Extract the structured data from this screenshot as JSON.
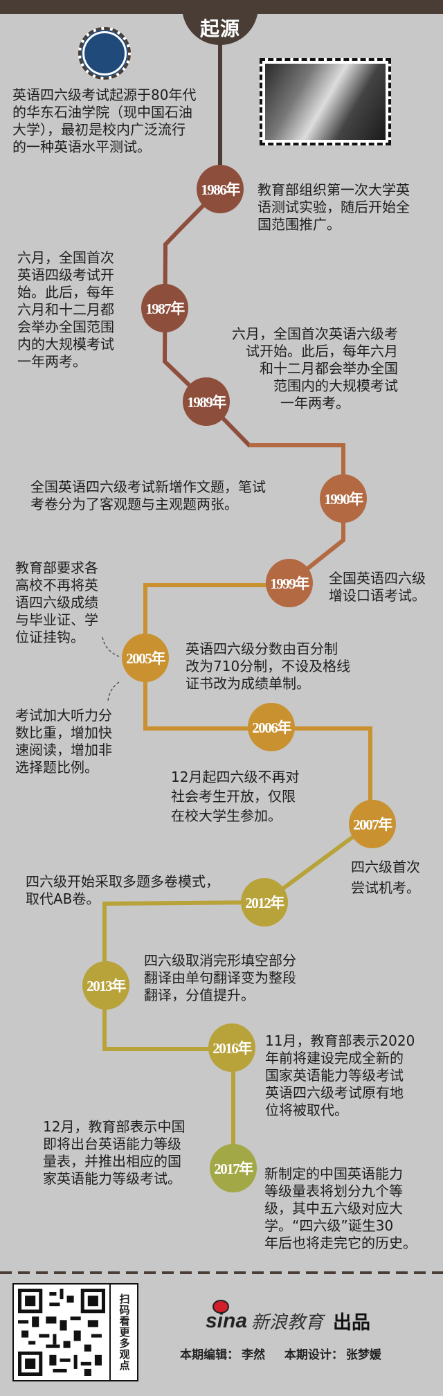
{
  "header": {
    "title": "起源"
  },
  "colors": {
    "dark": "#4a3d35",
    "brown": "#8e4e3c",
    "rust": "#b36a42",
    "gold": "#c9912f",
    "olive_gold": "#b8a23a",
    "olive": "#a3a846",
    "background": "#c6c6c6"
  },
  "intro": {
    "logo": "china-university-of-petroleum-seal",
    "lines": [
      "英语四六级考试起源于80年代",
      "的华东石油学院（现中国石油",
      "大学），最初是校内广泛流行",
      "的一种英语水平测试。"
    ]
  },
  "events": [
    {
      "year": "1986年",
      "lines": [
        "教育部组织第一次大学英",
        "语测试实验，随后开始全",
        "国范围推广。"
      ]
    },
    {
      "year": "1987年",
      "lines": [
        "六月，全国首次",
        "英语四级考试开",
        "始。此后，每年",
        "六月和十二月都",
        "会举办全国范围",
        "内的大规模考试",
        "一年两考。"
      ]
    },
    {
      "year": "1989年",
      "lines": [
        "六月，全国首次英语六级考",
        "试开始。此后，每年六月",
        "和十二月都会举办全国",
        "范围内的大规模考试",
        "一年两考。"
      ]
    },
    {
      "year": "1990年",
      "lines": [
        "全国英语四六级考试新增作文题，笔试",
        "考卷分为了客观题与主观题两张。"
      ]
    },
    {
      "year": "1999年",
      "lines": [
        "全国英语四六级",
        "增设口语考试。"
      ]
    },
    {
      "year": "2005年",
      "lines": [
        "英语四六级分数由百分制",
        "改为710分制，不设及格线",
        "证书改为成绩单制。"
      ],
      "notes": [
        {
          "lines": [
            "教育部要求各",
            "高校不再将英",
            "语四六级成绩",
            "与毕业证、学",
            "位证挂钩。"
          ]
        },
        {
          "lines": [
            "考试加大听力分",
            "数比重，增加快",
            "速阅读，增加非",
            "选择题比例。"
          ]
        }
      ]
    },
    {
      "year": "2006年",
      "lines": [
        "12月起四六级不再对",
        "社会考生开放，仅限",
        "在校大学生参加。"
      ]
    },
    {
      "year": "2007年",
      "lines": [
        "四六级首次",
        "尝试机考。"
      ]
    },
    {
      "year": "2012年",
      "lines": [
        "四六级开始采取多题多卷模式，",
        "取代AB卷。"
      ]
    },
    {
      "year": "2013年",
      "lines": [
        "四六级取消完形填空部分",
        "翻译由单句翻译变为整段",
        "翻译，分值提升。"
      ]
    },
    {
      "year": "2016年",
      "lines": [
        "11月，教育部表示2020",
        "年前将建设完成全新的",
        "国家英语能力等级考试",
        "英语四六级考试原有地",
        "位将被取代。"
      ]
    },
    {
      "year": "2017年",
      "lines": [
        "新制定的中国英语能力",
        "等级量表将划分九个等",
        "级，其中五六级对应大",
        "学。“四六级”诞生30",
        "年后也将走完它的历史。"
      ],
      "notes": [
        {
          "lines": [
            "12月，教育部表示中国",
            "即将出台英语能力等级",
            "量表，并推出相应的国",
            "家英语能力等级考试。"
          ]
        }
      ]
    }
  ],
  "footer": {
    "qr_caption": "扫码看更多观点",
    "brand_logo": "sina",
    "brand_name": "新浪教育",
    "brand_suffix": "出品",
    "editor_label": "本期编辑：",
    "editor": "李然",
    "designer_label": "本期设计：",
    "designer": "张梦媛"
  }
}
